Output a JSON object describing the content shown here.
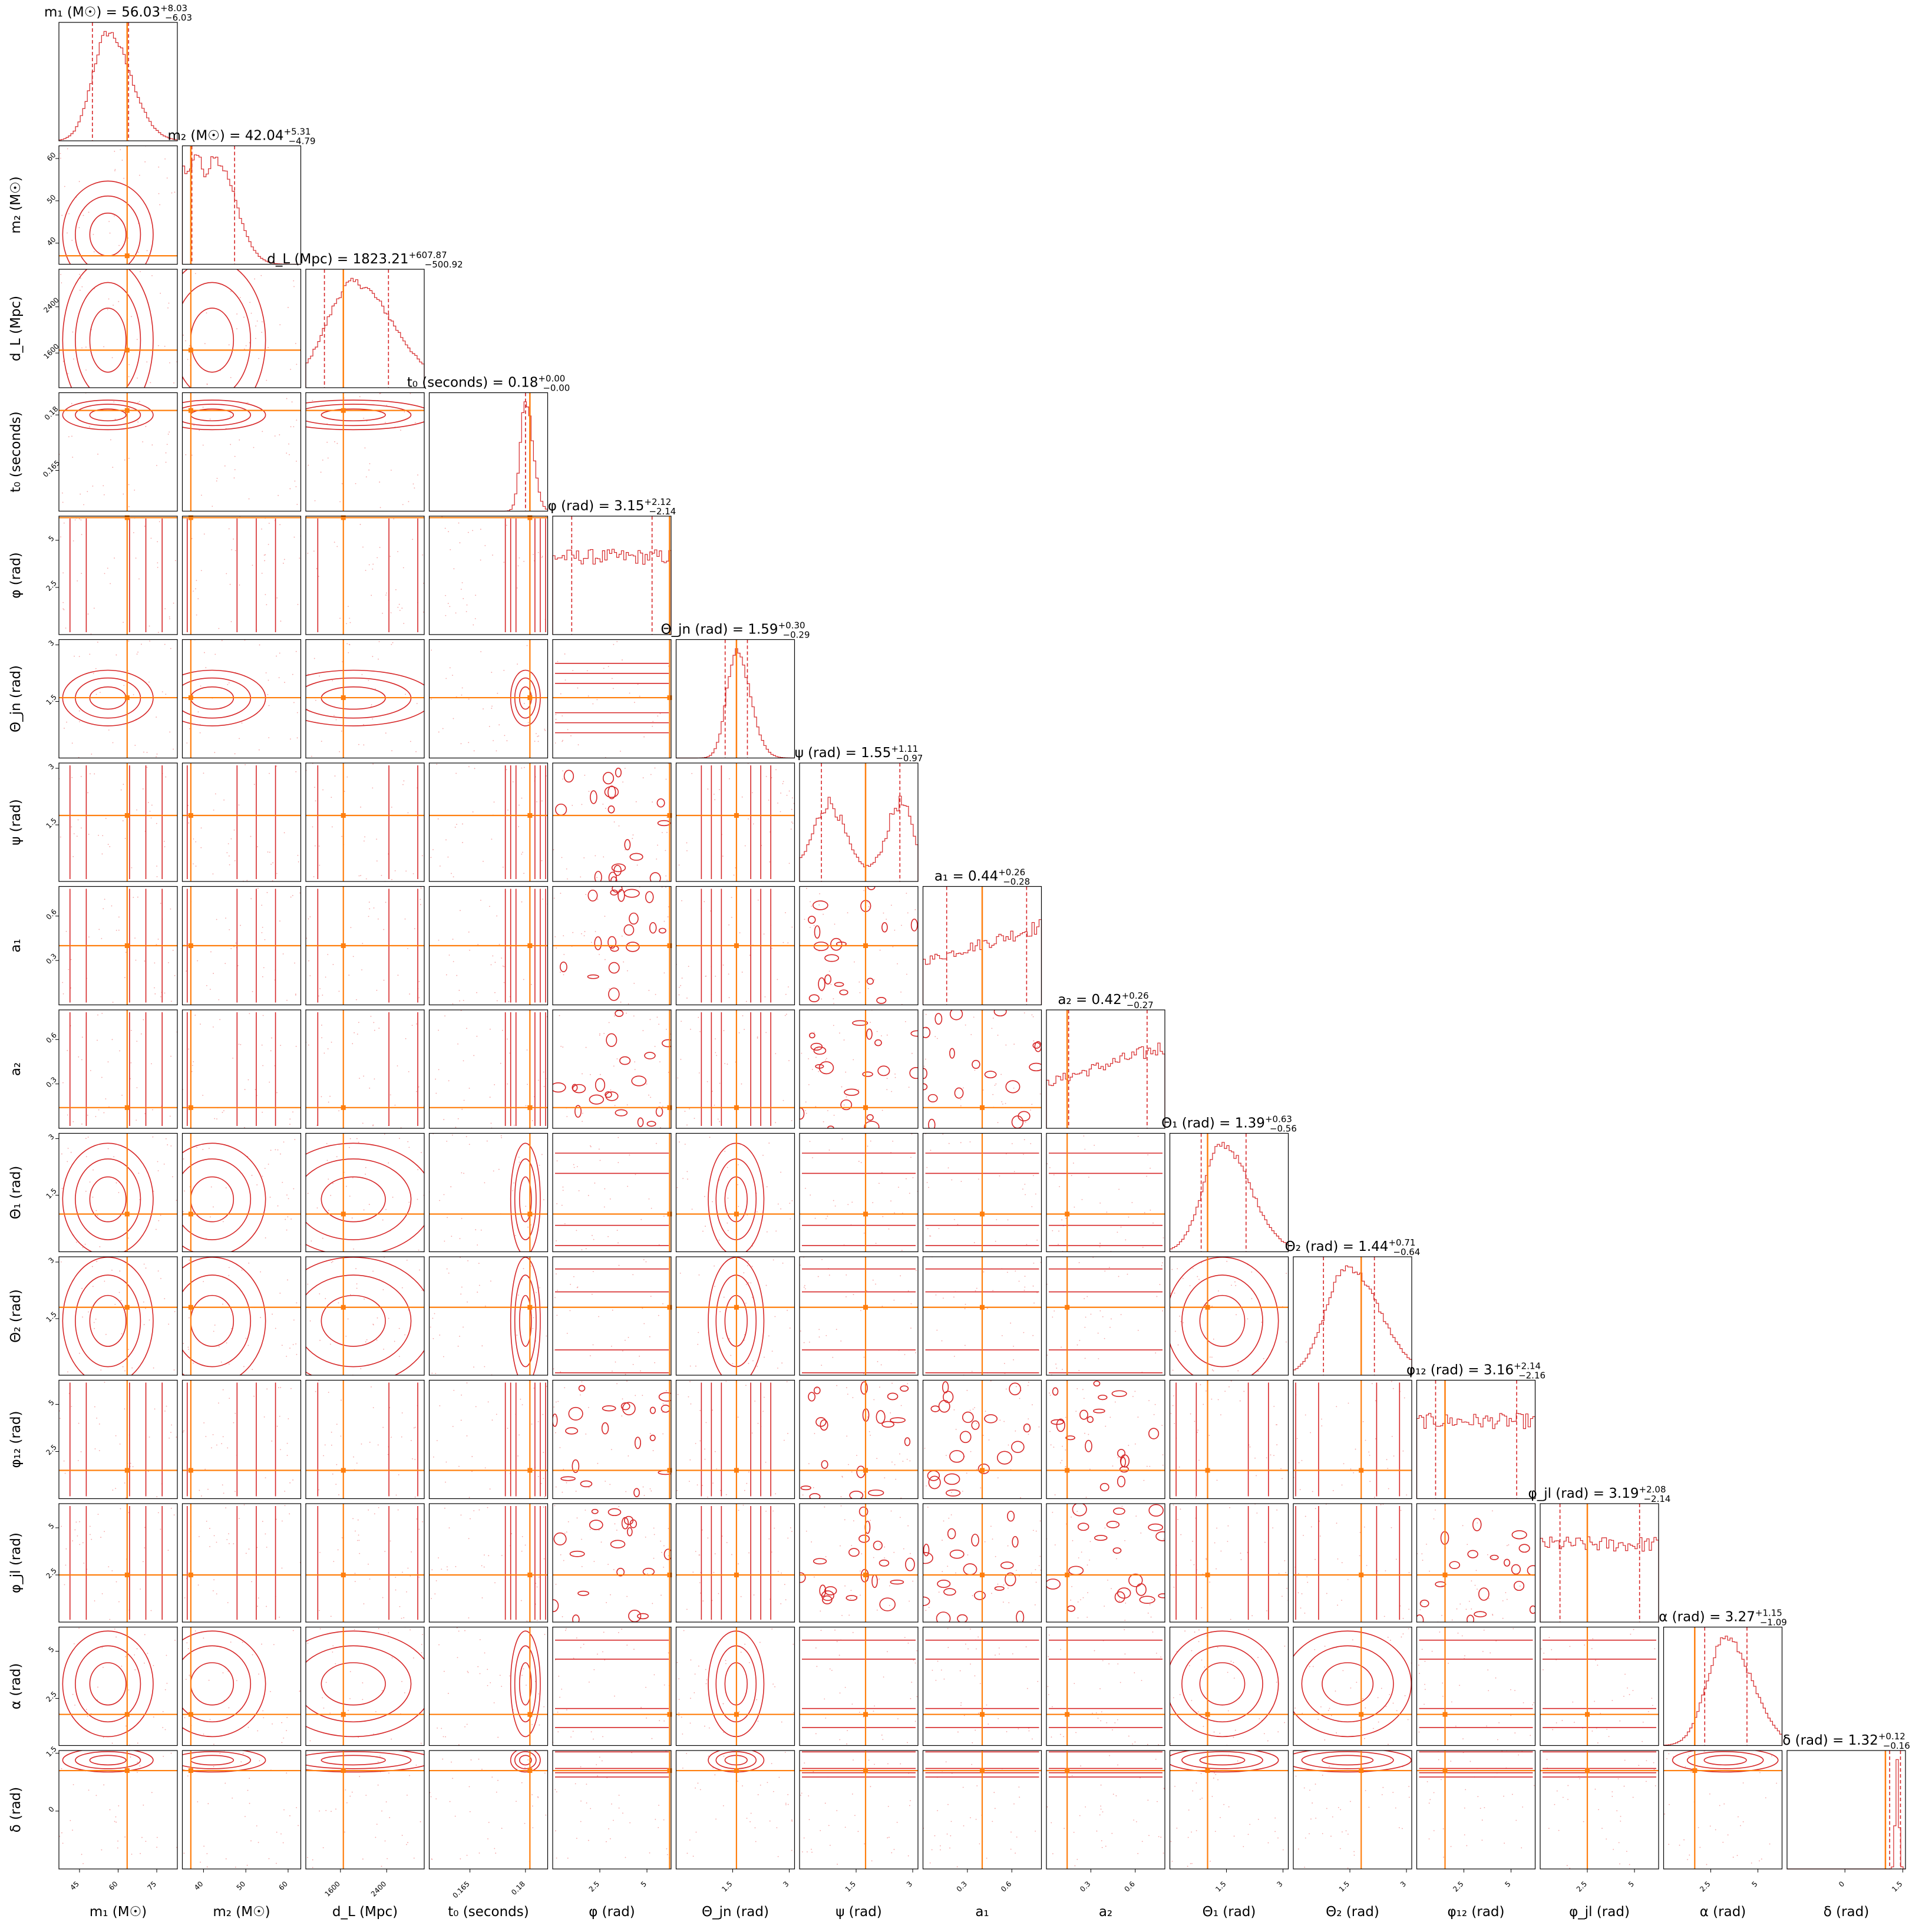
{
  "figure": {
    "type": "corner-plot",
    "style": {
      "contour_color": "#d62728",
      "truth_color": "#ff7f0e",
      "scatter_color": "#f4a3a3",
      "background": "#ffffff"
    }
  },
  "chart_data": {
    "type": "corner",
    "parameters": [
      {
        "label": "m₁ (M☉)",
        "title": "m₁ (M☉) = 56.03",
        "median": 56.03,
        "plus": "+8.03",
        "minus": "−6.03",
        "range": [
          37,
          83
        ],
        "truth": 63.5,
        "ticks": [
          45,
          60,
          75
        ],
        "shape": "skew"
      },
      {
        "label": "m₂ (M☉)",
        "title": "m₂ (M☉) = 42.04",
        "median": 42.04,
        "plus": "+5.31",
        "minus": "−4.79",
        "range": [
          35,
          63
        ],
        "truth": 37.0,
        "ticks": [
          40,
          50,
          60
        ],
        "shape": "halfskew"
      },
      {
        "label": "d_L (Mpc)",
        "title": "d_L (Mpc) = 1823.21",
        "median": 1823.21,
        "plus": "+607.87",
        "minus": "−500.92",
        "range": [
          1000,
          3050
        ],
        "truth": 1650,
        "ticks": [
          1600,
          2400
        ],
        "shape": "skew"
      },
      {
        "label": "t₀ (seconds)",
        "title": "t₀ (seconds) = 0.18",
        "median": 0.18,
        "plus": "+0.00",
        "minus": "−0.00",
        "range": [
          0.154,
          0.186
        ],
        "truth": 0.1812,
        "ticks": [
          0.165,
          0.18
        ],
        "shape": "narrow"
      },
      {
        "label": "φ (rad)",
        "title": "φ (rad) = 3.15",
        "median": 3.15,
        "plus": "+2.12",
        "minus": "−2.14",
        "range": [
          0,
          6.28
        ],
        "truth": 6.2,
        "ticks": [
          2.5,
          5.0
        ],
        "shape": "flat"
      },
      {
        "label": "Θ_jn (rad)",
        "title": "Θ_jn (rad) = 1.59",
        "median": 1.59,
        "plus": "+0.30",
        "minus": "−0.29",
        "range": [
          0,
          3.14
        ],
        "truth": 1.6,
        "ticks": [
          1.5,
          3.0
        ],
        "shape": "peak"
      },
      {
        "label": "ψ (rad)",
        "title": "ψ (rad) = 1.55",
        "median": 1.55,
        "plus": "+1.11",
        "minus": "−0.97",
        "range": [
          0,
          3.14
        ],
        "truth": 1.75,
        "ticks": [
          1.5,
          3.0
        ],
        "shape": "bimodal"
      },
      {
        "label": "a₁",
        "title": "a₁ = 0.44",
        "median": 0.44,
        "plus": "+0.26",
        "minus": "−0.28",
        "range": [
          0,
          0.8
        ],
        "truth": 0.4,
        "ticks": [
          0.3,
          0.6
        ],
        "shape": "rising"
      },
      {
        "label": "a₂",
        "title": "a₂ = 0.42",
        "median": 0.42,
        "plus": "+0.26",
        "minus": "−0.27",
        "range": [
          0,
          0.8
        ],
        "truth": 0.14,
        "ticks": [
          0.3,
          0.6
        ],
        "shape": "rising"
      },
      {
        "label": "Θ₁ (rad)",
        "title": "Θ₁ (rad) = 1.39",
        "median": 1.39,
        "plus": "+0.63",
        "minus": "−0.56",
        "range": [
          0,
          3.14
        ],
        "truth": 1.0,
        "ticks": [
          1.5,
          3.0
        ],
        "shape": "broad"
      },
      {
        "label": "Θ₂ (rad)",
        "title": "Θ₂ (rad) = 1.44",
        "median": 1.44,
        "plus": "+0.71",
        "minus": "−0.64",
        "range": [
          0,
          3.14
        ],
        "truth": 1.8,
        "ticks": [
          1.5,
          3.0
        ],
        "shape": "broad"
      },
      {
        "label": "φ₁₂ (rad)",
        "title": "φ₁₂ (rad) = 3.16",
        "median": 3.16,
        "plus": "+2.14",
        "minus": "−2.16",
        "range": [
          0,
          6.28
        ],
        "truth": 1.5,
        "ticks": [
          2.5,
          5.0
        ],
        "shape": "flat"
      },
      {
        "label": "φ_jl (rad)",
        "title": "φ_jl (rad) = 3.19",
        "median": 3.19,
        "plus": "+2.08",
        "minus": "−2.14",
        "range": [
          0,
          6.28
        ],
        "truth": 2.5,
        "ticks": [
          2.5,
          5.0
        ],
        "shape": "flat"
      },
      {
        "label": "α (rad)",
        "title": "α (rad) = 3.27",
        "median": 3.27,
        "plus": "+1.15",
        "minus": "−1.09",
        "range": [
          0,
          6.28
        ],
        "truth": 1.65,
        "ticks": [
          2.5,
          5.0
        ],
        "shape": "broad"
      },
      {
        "label": "δ (rad)",
        "title": "δ (rad) = 1.32",
        "median": 1.32,
        "plus": "+0.12",
        "minus": "−0.16",
        "range": [
          -1.5,
          1.57
        ],
        "truth": 1.05,
        "ticks": [
          0.0,
          1.5
        ],
        "shape": "edge"
      }
    ]
  }
}
